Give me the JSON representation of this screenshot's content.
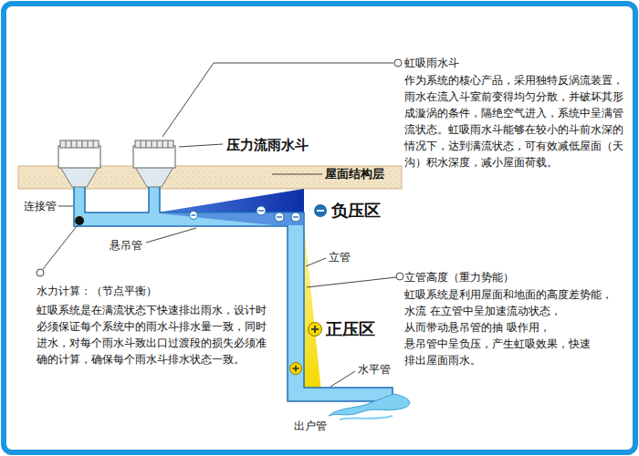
{
  "diagram": {
    "labels": [
      "虹吸雨水斗",
      "作为系统的核心产品，采用独特反涡流装置， 雨水在流入斗室前变得均匀分散，并破坏其形 成漩涡的条件，隔绝空气进入，系统中呈满管 流状态。虹吸雨水斗能够在较小的斗前水深的 情况下，达到满流状态，可有效减低屋面（天 沟）积水深度，减小屋面荷载。",
      "压力流雨水斗",
      "屋面结构层",
      "连接管",
      "悬吊管",
      "负压区",
      "立管",
      "立管高度（重力势能）",
      "虹吸系统是利用屋面和地面的高度差势能，水流 在立管中呈加速流动状态，从而带动悬吊管的抽 吸作用，悬吊管中呈负压，产生虹吸效果，快速 排出屋面雨水。",
      "正压区",
      "水平管",
      "出户管",
      "水力计算：（节点平衡）",
      "虹吸系统是在满流状态下快速排出雨水，设计时 必须保证每个系统中的雨水斗排水量一致，同时 进水，对每个雨水斗致出口过渡段的损失必须准 确的计算，确保每个雨水斗排水状态一致。"
    ]
  }
}
